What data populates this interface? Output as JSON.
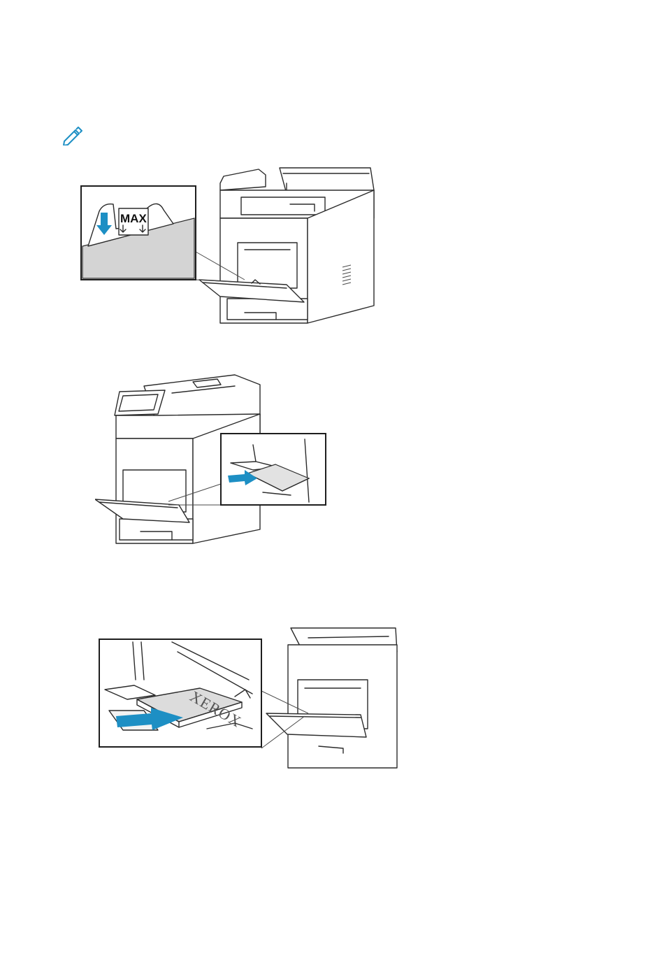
{
  "note_icon": "pencil-note-icon",
  "accent_color": "#1d8fc4",
  "figures": [
    {
      "id": "max-fill-line",
      "label_text": "MAX"
    },
    {
      "id": "load-paper-tray"
    },
    {
      "id": "insert-paper-stack",
      "brand_text": "XEROX"
    }
  ]
}
